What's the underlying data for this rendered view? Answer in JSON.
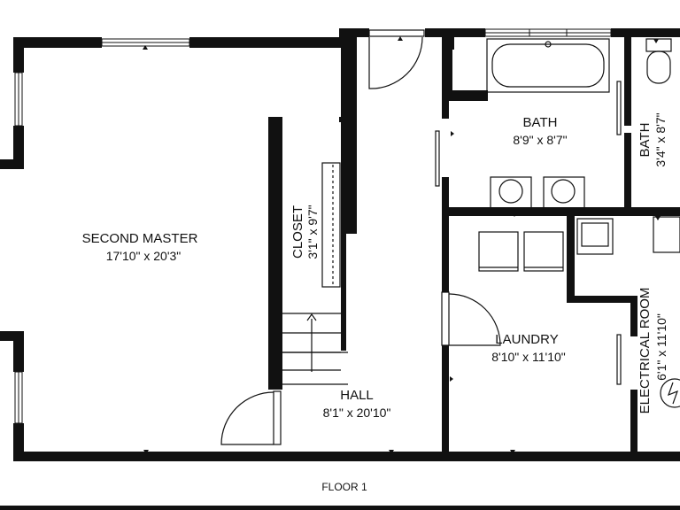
{
  "plan": {
    "floor_label": "FLOOR 1",
    "rooms": {
      "second_master": {
        "name": "SECOND MASTER",
        "dims": "17'10\" x 20'3\""
      },
      "closet": {
        "name": "CLOSET",
        "dims": "3'1\" x 9'7\""
      },
      "bath_main": {
        "name": "BATH",
        "dims": "8'9\" x 8'7\""
      },
      "bath_small": {
        "name": "BATH",
        "dims": "3'4\" x 8'7\""
      },
      "laundry": {
        "name": "LAUNDRY",
        "dims": "8'10\" x 11'10\""
      },
      "hall": {
        "name": "HALL",
        "dims": "8'1\" x 20'10\""
      },
      "electrical_room": {
        "name": "ELECTRICAL ROOM",
        "dims": "6'1\" x 11'10\""
      }
    }
  }
}
